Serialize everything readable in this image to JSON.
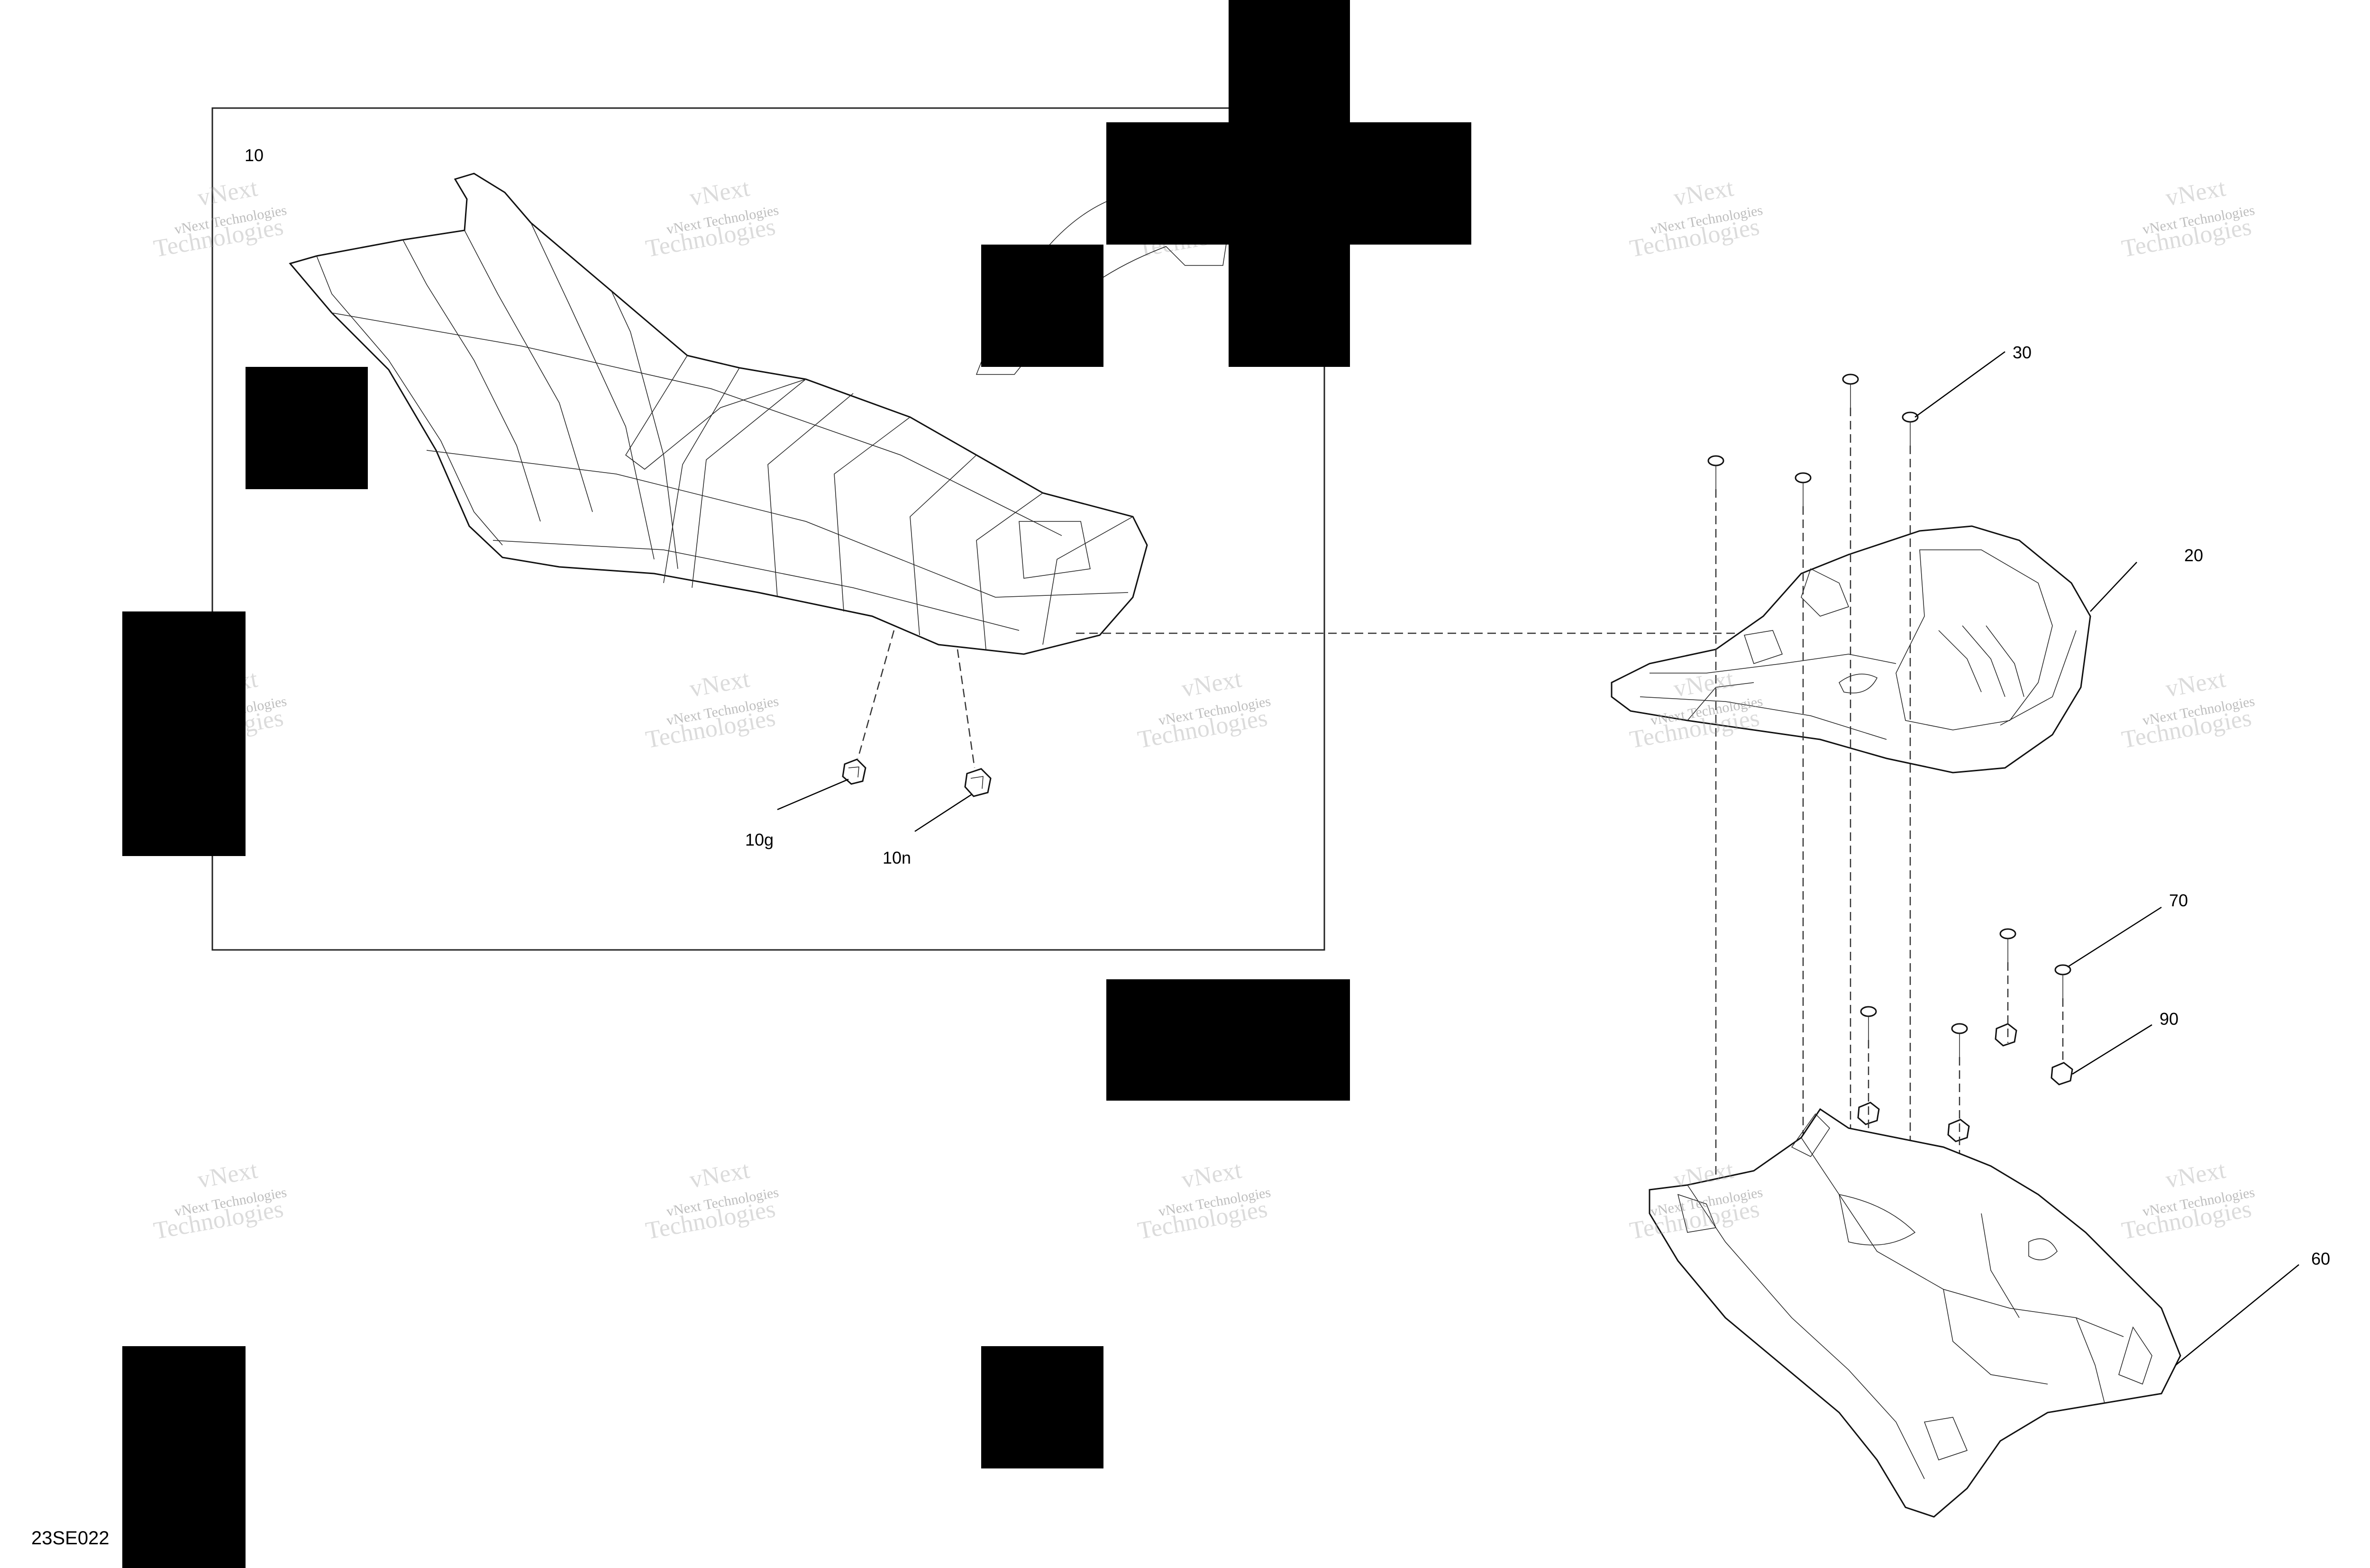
{
  "diagram": {
    "reference_code": "23SE022",
    "kit_callout": "10",
    "callouts": [
      {
        "id": "10g",
        "label": "10g"
      },
      {
        "id": "10n",
        "label": "10n"
      },
      {
        "id": "20",
        "label": "20"
      },
      {
        "id": "30",
        "label": "30"
      },
      {
        "id": "60",
        "label": "60"
      },
      {
        "id": "70",
        "label": "70"
      },
      {
        "id": "90",
        "label": "90"
      }
    ],
    "watermark": {
      "line1": "vNext Technologies",
      "line2_top": "vNext",
      "line2_bottom": "Technologies"
    },
    "colors": {
      "line": "#111111",
      "watermark": "#8a8a8a",
      "redaction": "#000000",
      "background": "#ffffff"
    }
  }
}
